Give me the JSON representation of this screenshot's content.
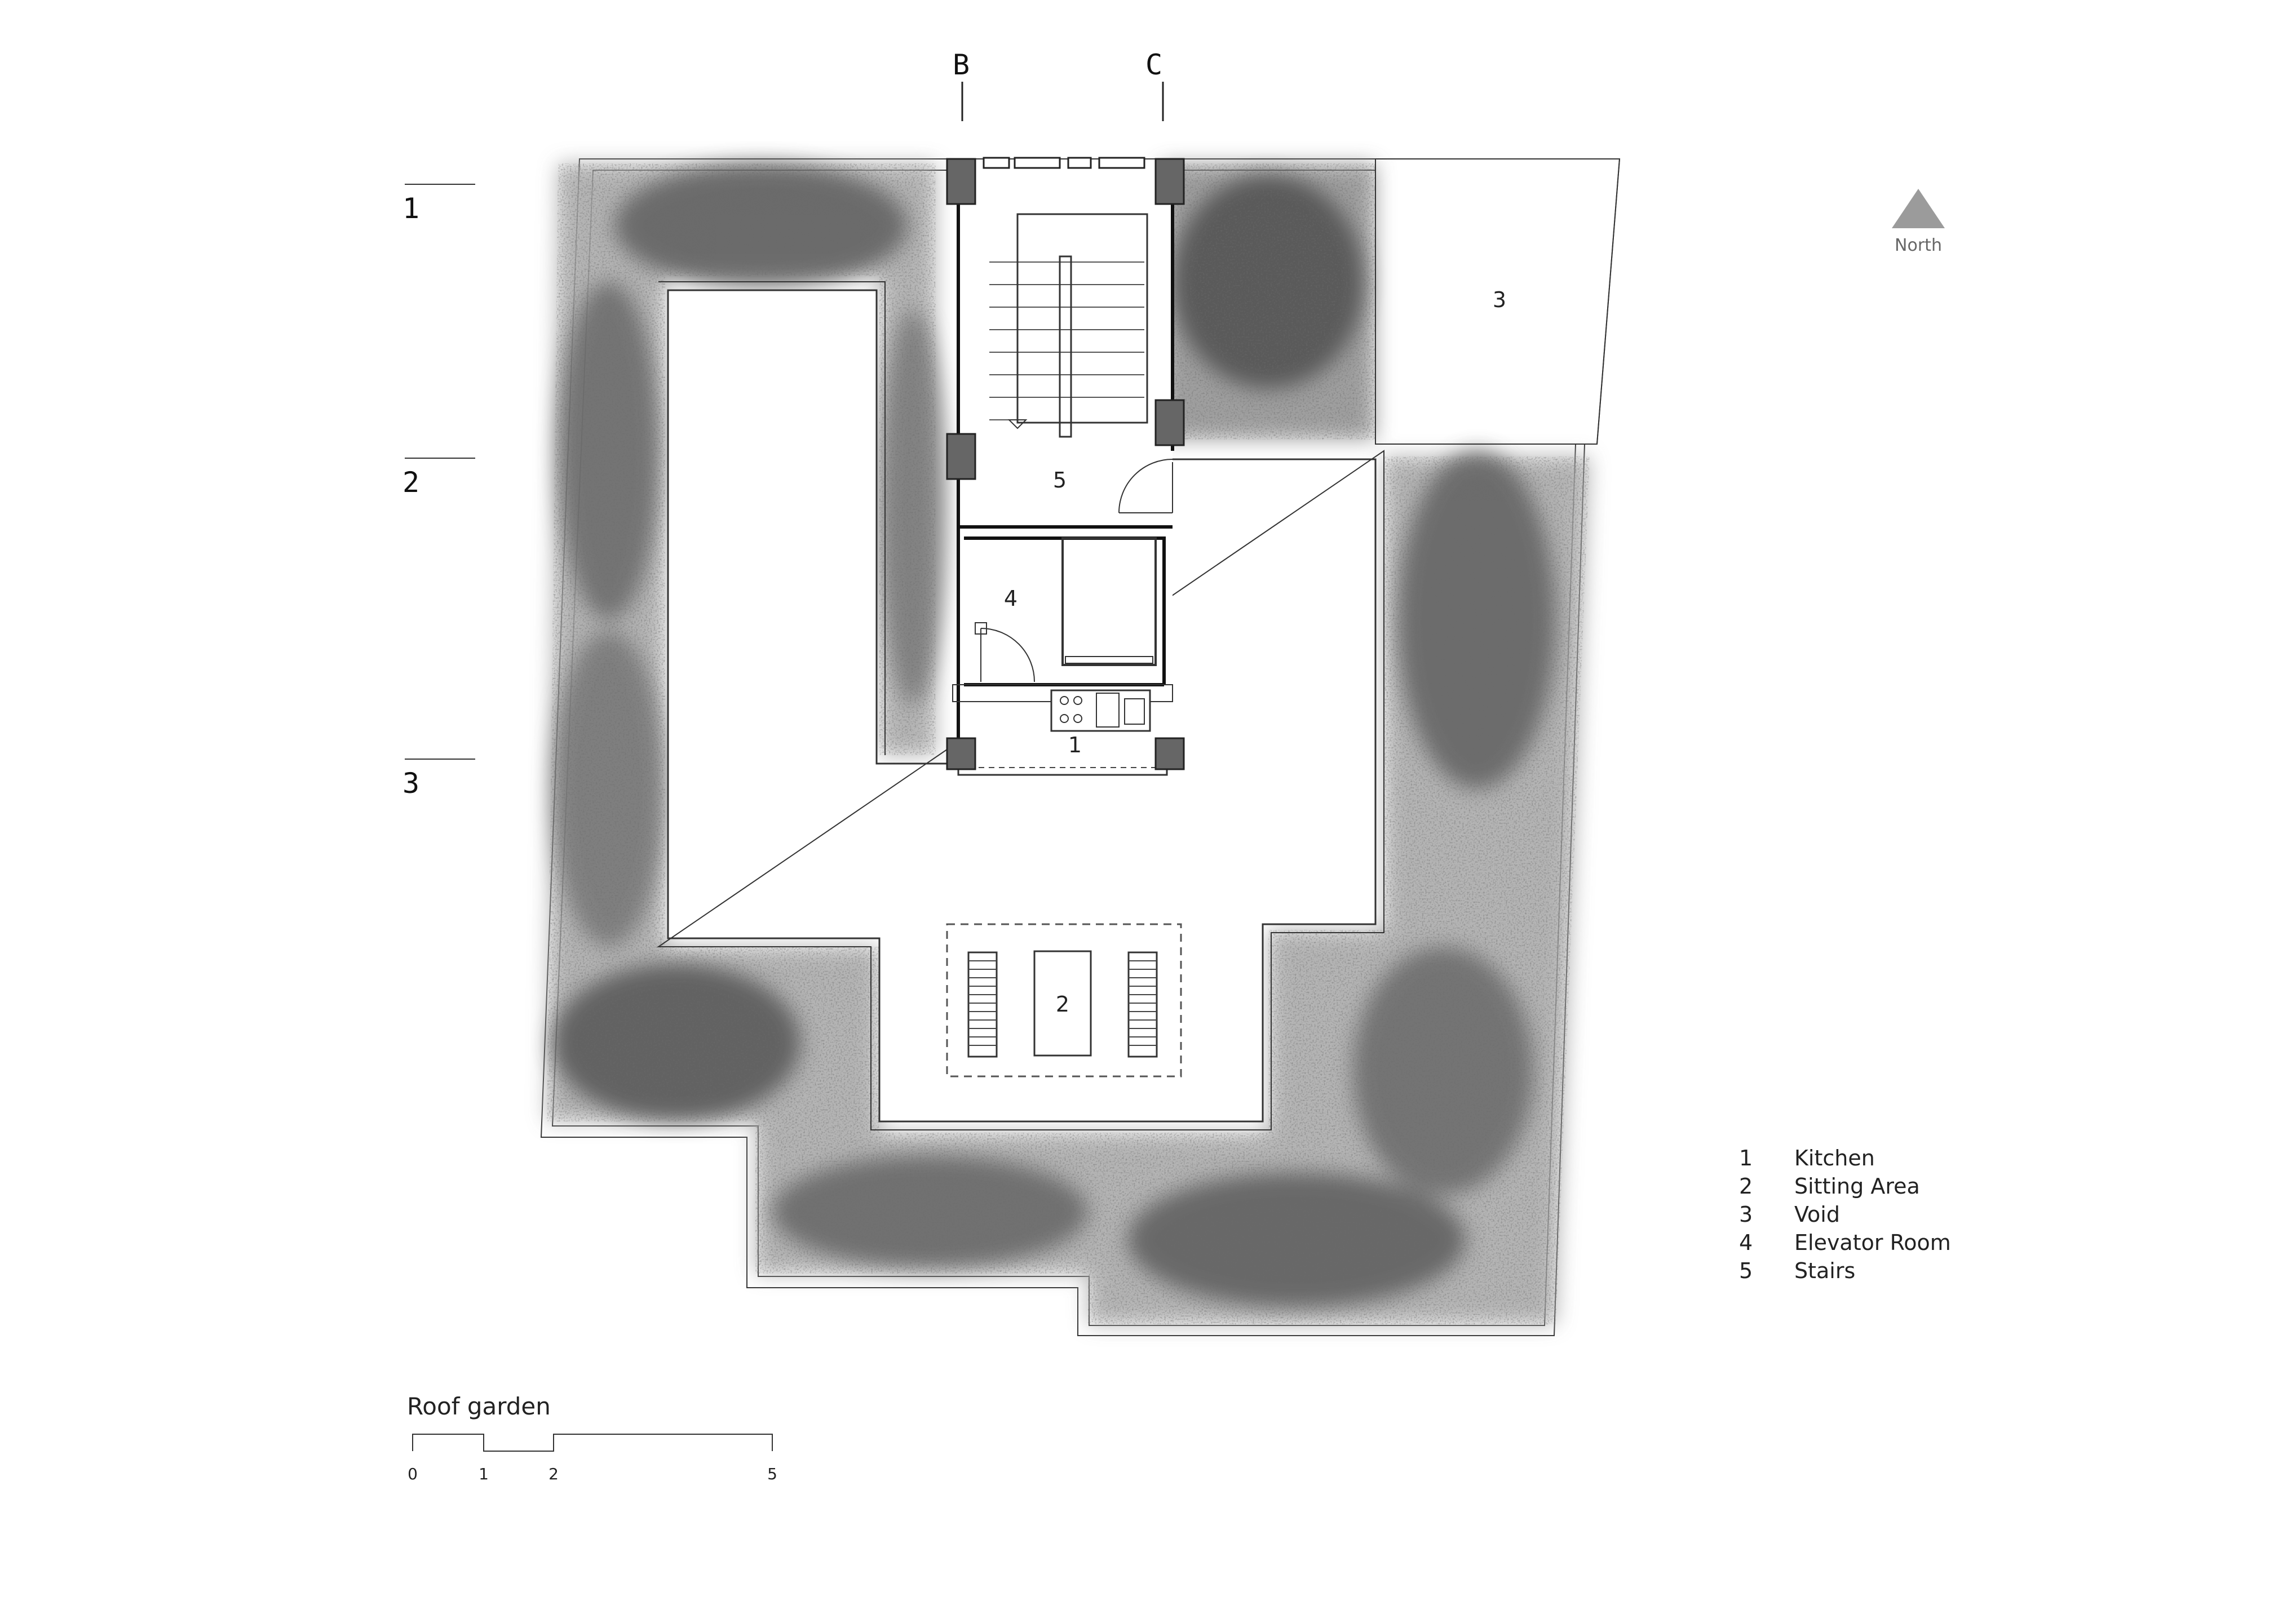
{
  "sections": {
    "top": [
      "B",
      "C"
    ],
    "left": [
      "1",
      "2",
      "3"
    ]
  },
  "north_label": "North",
  "rooms": {
    "kitchen": "1",
    "sitting": "2",
    "void": "3",
    "elevator": "4",
    "stairs": "5"
  },
  "legend": [
    {
      "num": "1",
      "label": "Kitchen"
    },
    {
      "num": "2",
      "label": "Sitting Area"
    },
    {
      "num": "3",
      "label": "Void"
    },
    {
      "num": "4",
      "label": "Elevator Room"
    },
    {
      "num": "5",
      "label": "Stairs"
    }
  ],
  "title": "Roof garden",
  "scale_labels": [
    "0",
    "1",
    "2",
    "5"
  ],
  "colors": {
    "canopy_light": "#b0b0b0",
    "canopy_mid": "#8a8a8a",
    "canopy_dark": "#4a4a4a",
    "north_arrow": "#999999"
  }
}
